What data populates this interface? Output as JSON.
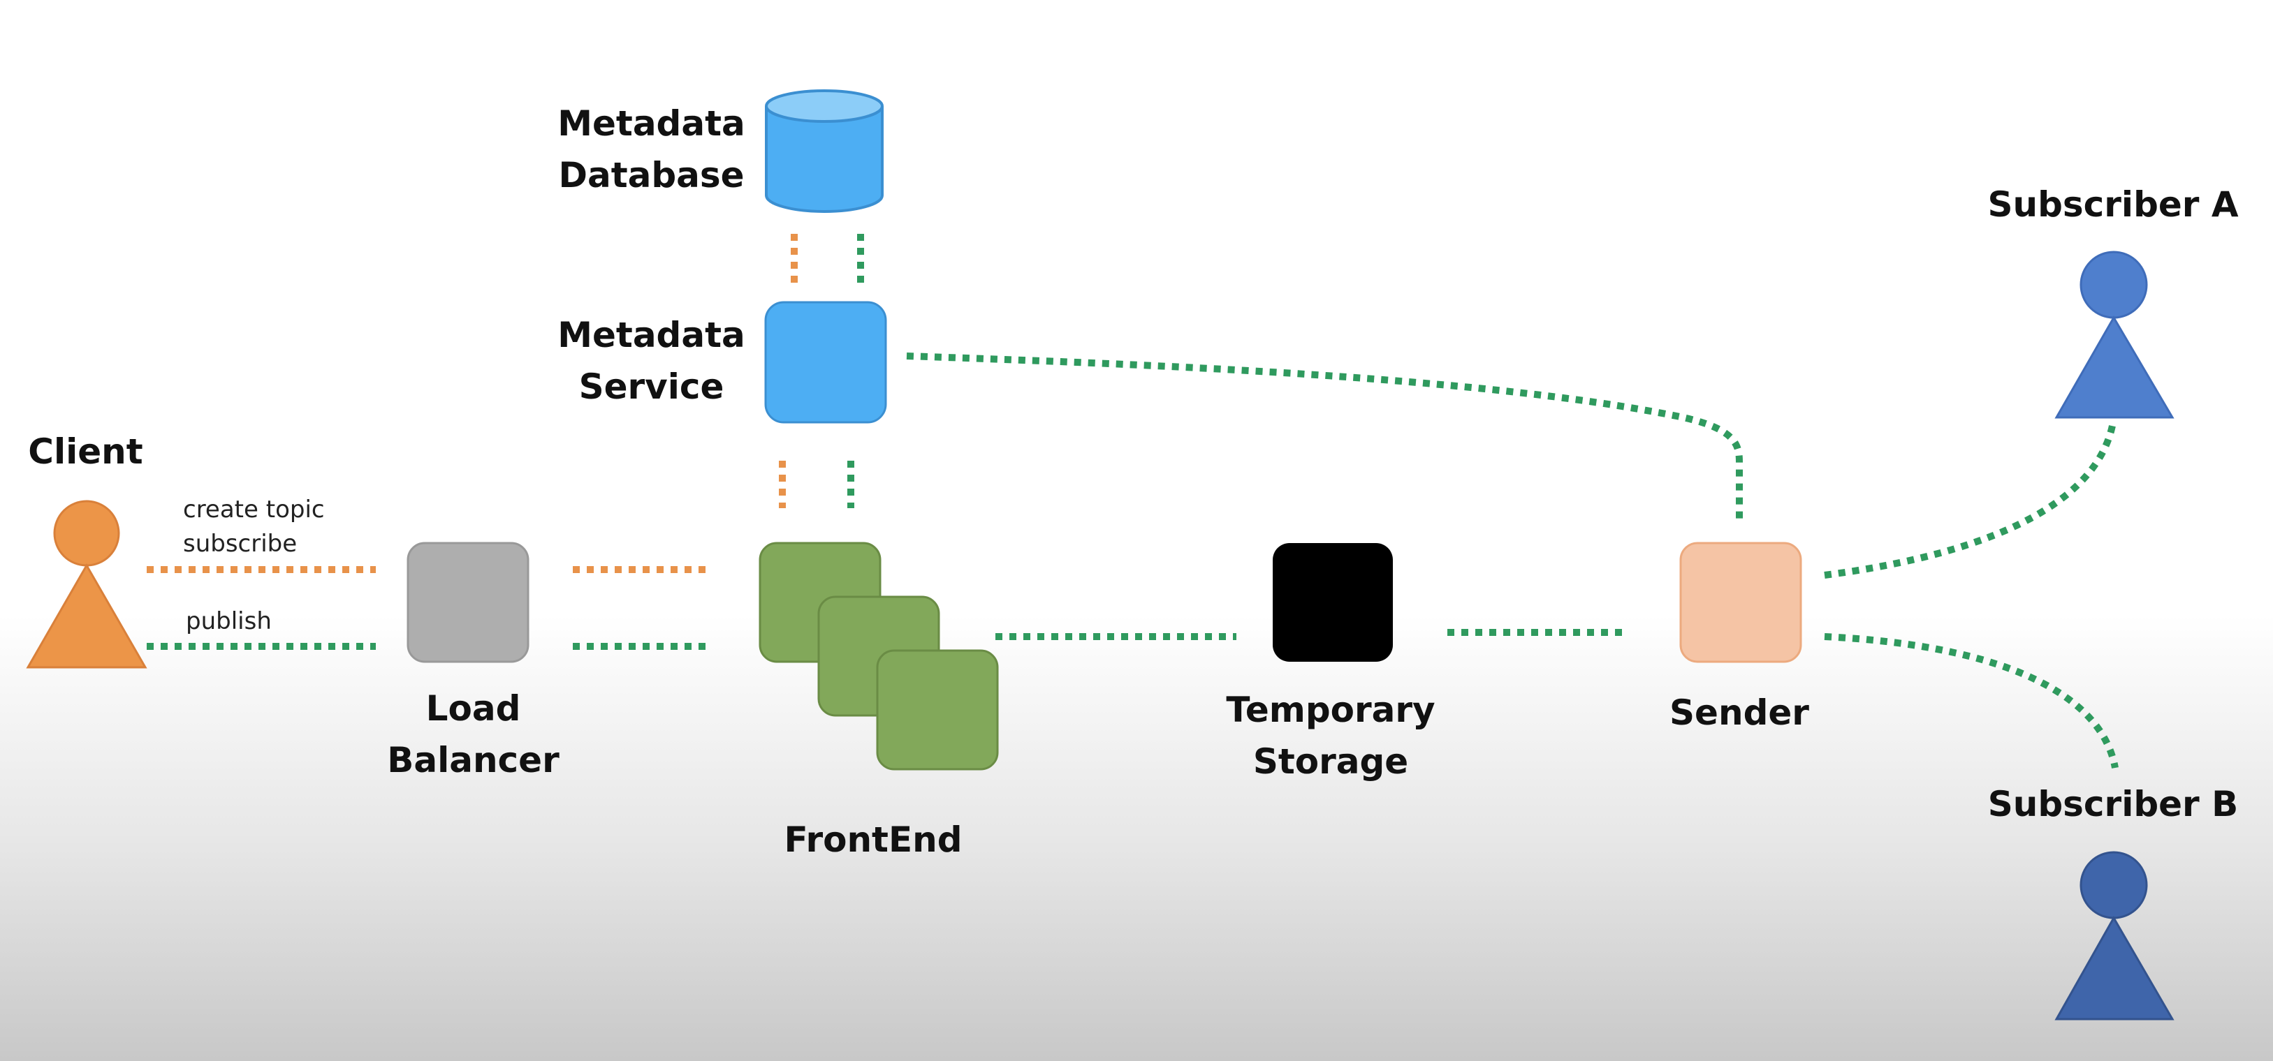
{
  "colors": {
    "orange_link": "#e8924a",
    "green_link": "#2f9a5e",
    "client": "#ec9548",
    "subscriber_a": "#4f7fcd",
    "subscriber_b": "#3f65aa",
    "metadata": "#4daef3",
    "load_balancer": "#aeaeae",
    "frontend": "#82a85a",
    "temporary_storage": "#000000",
    "sender": "#f5c4a5"
  },
  "nodes": {
    "client": {
      "label": "Client"
    },
    "load_balancer": {
      "label_line1": "Load",
      "label_line2": "Balancer"
    },
    "metadata_database": {
      "label_line1": "Metadata",
      "label_line2": "Database"
    },
    "metadata_service": {
      "label_line1": "Metadata",
      "label_line2": "Service"
    },
    "frontend": {
      "label": "FrontEnd"
    },
    "temporary_storage": {
      "label_line1": "Temporary",
      "label_line2": "Storage"
    },
    "sender": {
      "label": "Sender"
    },
    "subscriber_a": {
      "label": "Subscriber A"
    },
    "subscriber_b": {
      "label": "Subscriber B"
    }
  },
  "edge_labels": {
    "create_topic": "create topic",
    "subscribe": "subscribe",
    "publish": "publish"
  }
}
